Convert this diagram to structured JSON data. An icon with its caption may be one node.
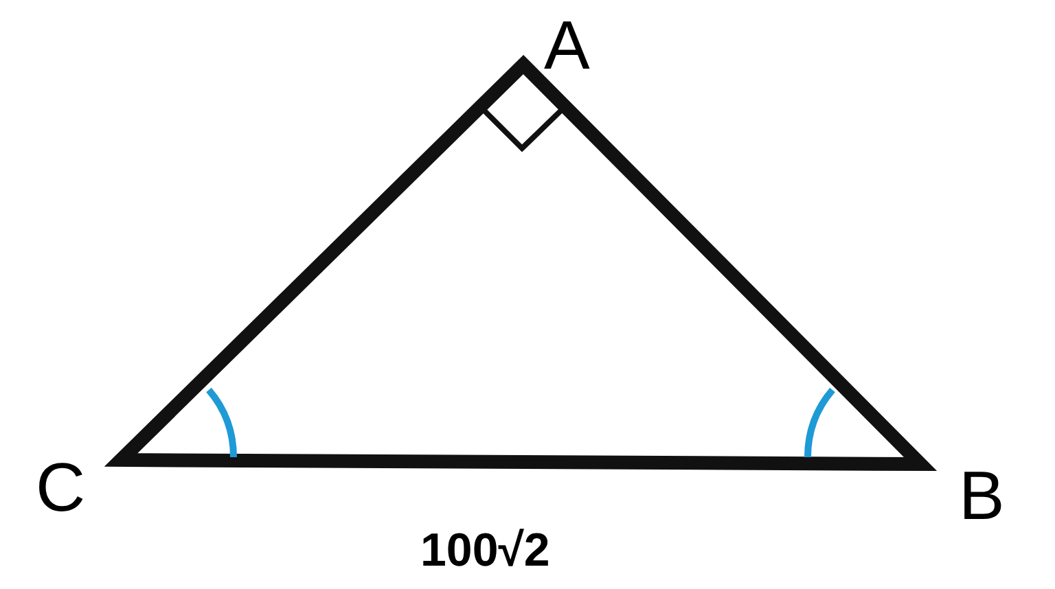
{
  "diagram": {
    "labels": [
      "A",
      "C",
      "B",
      "100√2"
    ]
  }
}
